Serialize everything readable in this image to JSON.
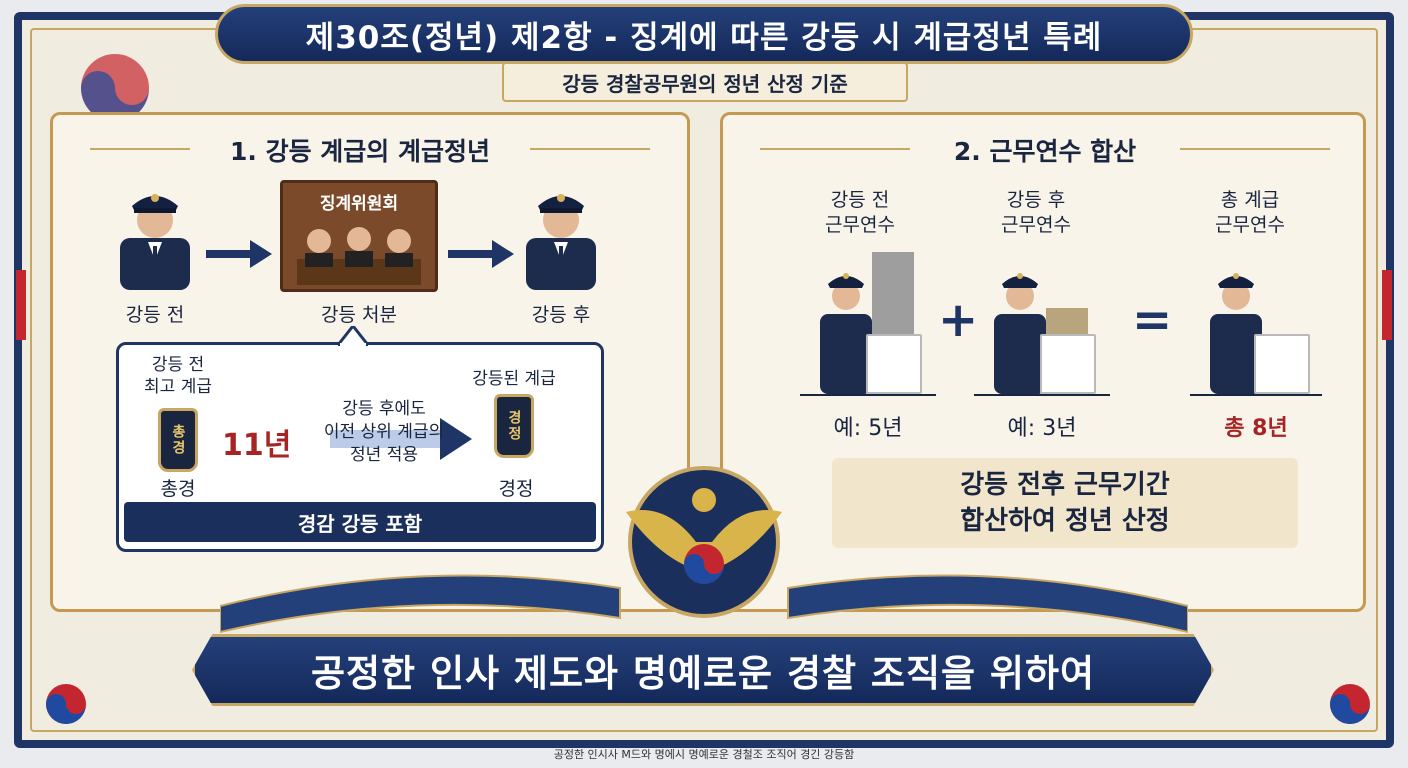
{
  "title": "제30조(정년) 제2항 - 징계에 따른 강등 시 계급정년 특례",
  "subtitle": "강등 경찰공무원의 정년 산정 기준",
  "left_panel": {
    "heading": "1. 강등 계급의 계급정년",
    "before_label": "강등 전",
    "committee_title": "징계위원회",
    "disposition_label": "강등 처분",
    "after_label": "강등 후",
    "callout": {
      "top_rank_label_line1": "강등 전",
      "top_rank_label_line2": "최고 계급",
      "top_rank_insignia": "총경",
      "top_rank_name": "총경",
      "years": "11년",
      "note_line1": "강등 후에도",
      "note_line2": "이전 상위 계급의",
      "note_line3": "정년 적용",
      "demoted_rank_label": "강등된 계급",
      "demoted_rank_insignia": "경정",
      "demoted_rank_name": "경정",
      "bar_text": "경감 강등 포함"
    }
  },
  "right_panel": {
    "heading": "2. 근무연수 합산",
    "col_before_line1": "강등 전",
    "col_before_line2": "근무연수",
    "col_after_line1": "강등 후",
    "col_after_line2": "근무연수",
    "col_total_line1": "총 계급",
    "col_total_line2": "근무연수",
    "plus": "+",
    "equals": "=",
    "example_before": "예: 5년",
    "example_after": "예: 3년",
    "example_total": "총 8년",
    "result_line1": "강등 전후 근무기간",
    "result_line2": "합산하여 정년 산정"
  },
  "bottom_banner": "공정한 인사 제도와 명예로운 경찰 조직을 위하여",
  "footer_caption": "공정한  인시사  M드와  명에시  명예로운  경철조  조직어     경긴  강등함",
  "colors": {
    "navy": "#1f3566",
    "gold": "#c8a763",
    "red": "#a62424"
  }
}
